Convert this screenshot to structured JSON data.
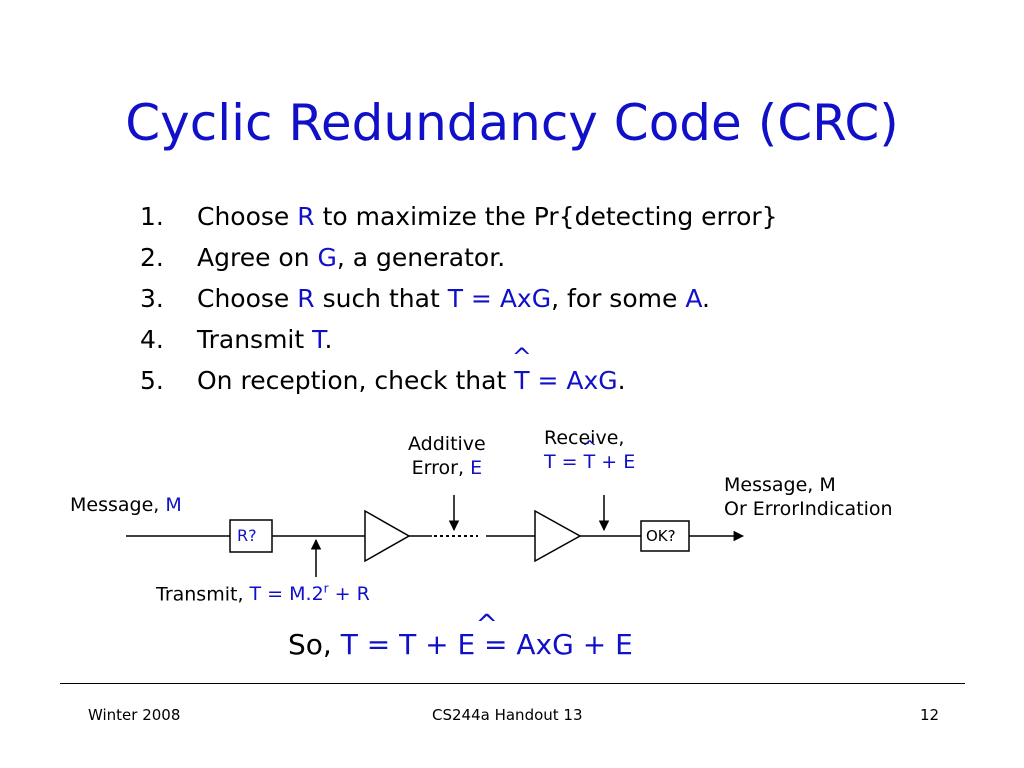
{
  "title": "Cyclic Redundancy Code (CRC)",
  "steps": [
    {
      "num": "1.",
      "p1": "Choose ",
      "b1": "R",
      "p2": " to maximize the Pr{detecting error}"
    },
    {
      "num": "2.",
      "p1": "Agree on ",
      "b1": "G",
      "p2": ", a generator."
    },
    {
      "num": "3.",
      "p1": "Choose ",
      "b1": "R",
      "p2": " such that ",
      "b2": "T = AxG",
      "p3": ", for some ",
      "b3": "A",
      "p4": "."
    },
    {
      "num": "4.",
      "p1": "Transmit ",
      "b1": "T",
      "p2": "."
    },
    {
      "num": "5.",
      "p1": "On reception, check that ",
      "hat": "^",
      "b1": "T",
      "b2": " = AxG",
      "p2": "."
    }
  ],
  "diagram": {
    "message_in": {
      "text": "Message, ",
      "var": "M"
    },
    "r_box": "R?",
    "ok_box": "OK?",
    "additive": {
      "line1": "Additive",
      "line2": "Error, ",
      "var": "E"
    },
    "receive": {
      "line1": "Receive,",
      "hat": "^",
      "eq": "T = T + E"
    },
    "message_out": {
      "line1": "Message, M",
      "line2": "Or ErrorIndication"
    },
    "transmit": {
      "text": "Transmit, ",
      "eq": "T = M.2",
      "sup": "r",
      "eq2": " + R"
    }
  },
  "so_line": {
    "prefix": "So, ",
    "hat": "^",
    "eq": "T = T + E = AxG + E"
  },
  "footer": {
    "left": "Winter 2008",
    "center": "CS244a Handout 13",
    "right": "12"
  },
  "colors": {
    "accent": "#1010c8"
  }
}
